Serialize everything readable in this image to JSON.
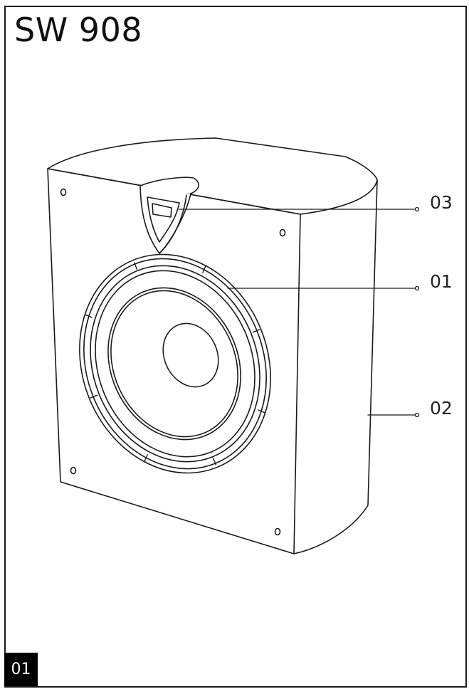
{
  "page": {
    "title": "SW 908",
    "page_number": "01"
  },
  "illustration": {
    "subject": "subwoofer-speaker-isometric-line-drawing",
    "line_color": "#1a1a1a"
  },
  "callouts": [
    {
      "id": "03",
      "label": "03",
      "target": "front-badge-logo"
    },
    {
      "id": "01",
      "label": "01",
      "target": "woofer-driver"
    },
    {
      "id": "02",
      "label": "02",
      "target": "cabinet-side"
    }
  ]
}
